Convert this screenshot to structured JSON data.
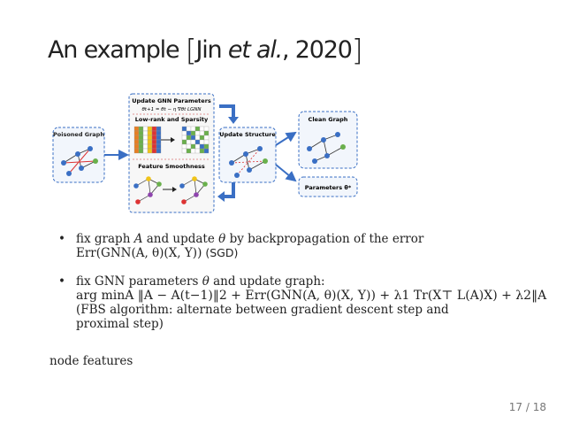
{
  "slide": {
    "title_prefix": "An example ",
    "title_open": "[",
    "title_author": "Jin ",
    "title_etal": "et al.",
    "title_year": ", 2020",
    "title_close": "]",
    "page_number": "17 / 18"
  },
  "figure": {
    "poisoned_graph": "Poisoned Graph",
    "update_gnn_params": "Update GNN Parameters",
    "update_rule": "θt+1 = θt − η ∇θt LGNN",
    "low_rank_sparsity": "Low-rank and Sparsity",
    "feature_smoothness": "Feature Smoothness",
    "update_structure": "Update Structure",
    "clean_graph": "Clean Graph",
    "parameters": "Parameters θ*"
  },
  "bullets": [
    {
      "text_1": "fix graph ",
      "var_A": "A",
      "text_2": " and update ",
      "var_theta": "θ",
      "text_3": " by backpropagation of the error",
      "formula": "Err(GNN(A, θ)(X, Y))",
      "suffix": " (SGD)"
    },
    {
      "text_1": "fix GNN parameters ",
      "var_theta": "θ",
      "text_2": " and update graph:",
      "formula": "arg minA ‖A − A(t−1)‖2 + Err(GNN(A, θ)(X, Y)) + λ1 Tr(X⊤ L(A)X) + λ2‖A",
      "note": "(FBS algorithm: alternate between gradient descent step and proximal step)"
    }
  ],
  "footer_text": "node features"
}
